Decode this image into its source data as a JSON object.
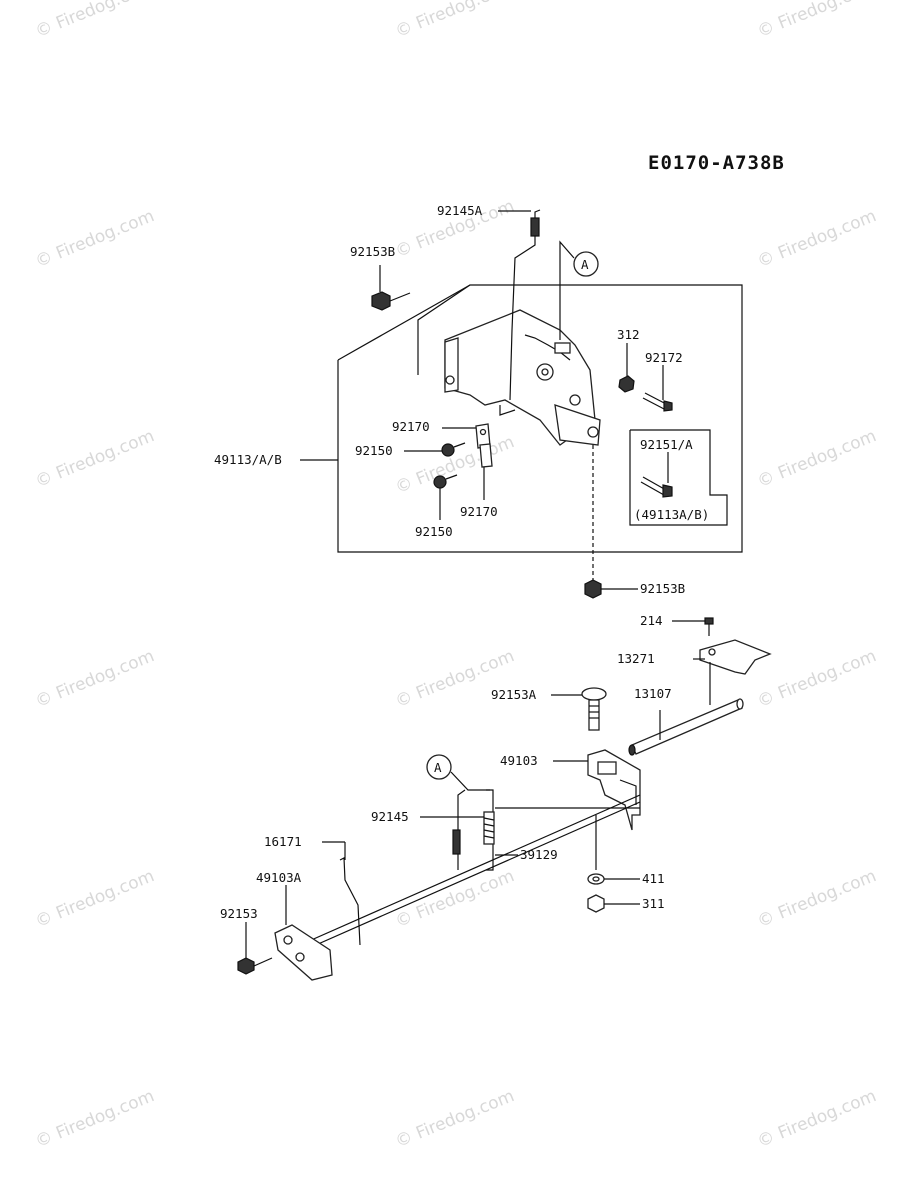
{
  "diagram_code": "E0170-A738B",
  "watermark": "© Firedog.com",
  "callout_ref": "A",
  "labels": {
    "p92145A": "92145A",
    "p92153B_top": "92153B",
    "p312": "312",
    "p92172": "92172",
    "p92170_upper": "92170",
    "p92150_upper": "92150",
    "p92170_lower": "92170",
    "p92150_lower": "92150",
    "p49113AB": "49113/A/B",
    "p92151A": "92151/A",
    "p49113AB_note": "(49113A/B)",
    "p92153B_bottom": "92153B",
    "p214": "214",
    "p13271": "13271",
    "p92153A": "92153A",
    "p13107": "13107",
    "p49103": "49103",
    "p92145": "92145",
    "p39129": "39129",
    "p16171": "16171",
    "p49103A": "49103A",
    "p92153": "92153",
    "p411": "411",
    "p311": "311"
  }
}
